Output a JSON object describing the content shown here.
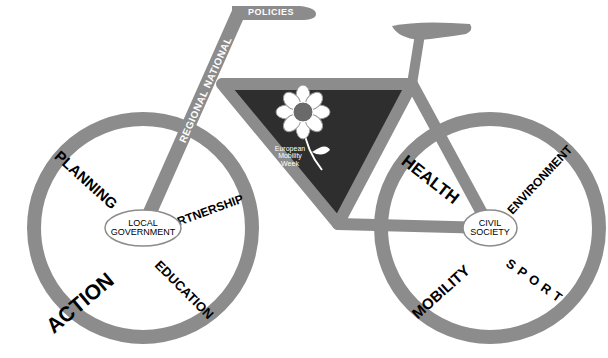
{
  "diagram": {
    "nodes": [
      {
        "text": [
          "PLANNING",
          "PARTNERSHIP",
          "ACTION",
          "EDUCATION"
        ]
      },
      {
        "text": [
          "LOCAL GOVERNMENT"
        ],
        "in": 0
      },
      {
        "text": [
          "European Mobility Week"
        ]
      },
      {
        "text": [
          "HEALTH",
          "ENVIRONMENT",
          "MOBILITY",
          "SPORT"
        ]
      },
      {
        "text": [
          "CIVIL SOCIETY"
        ],
        "in": 3
      }
    ],
    "labels": [
      "REGIONAL NATIONAL",
      "POLICIES"
    ]
  }
}
